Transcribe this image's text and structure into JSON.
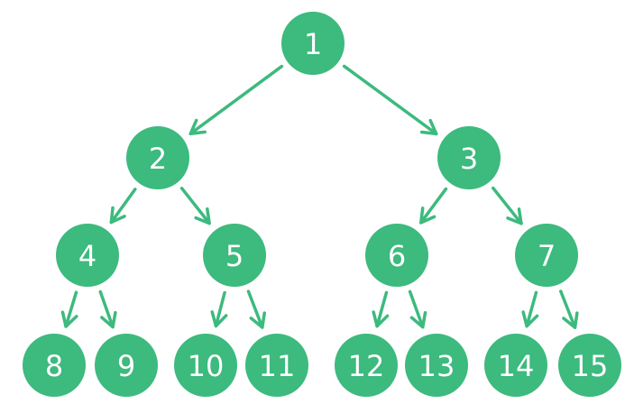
{
  "tree": {
    "node_color": "#3dba7e",
    "text_color": "#ffffff",
    "nodes": [
      {
        "id": 1,
        "label": "1"
      },
      {
        "id": 2,
        "label": "2"
      },
      {
        "id": 3,
        "label": "3"
      },
      {
        "id": 4,
        "label": "4"
      },
      {
        "id": 5,
        "label": "5"
      },
      {
        "id": 6,
        "label": "6"
      },
      {
        "id": 7,
        "label": "7"
      },
      {
        "id": 8,
        "label": "8"
      },
      {
        "id": 9,
        "label": "9"
      },
      {
        "id": 10,
        "label": "10"
      },
      {
        "id": 11,
        "label": "11"
      },
      {
        "id": 12,
        "label": "12"
      },
      {
        "id": 13,
        "label": "13"
      },
      {
        "id": 14,
        "label": "14"
      },
      {
        "id": 15,
        "label": "15"
      }
    ],
    "edges": [
      {
        "from": 1,
        "to": 2
      },
      {
        "from": 1,
        "to": 3
      },
      {
        "from": 2,
        "to": 4
      },
      {
        "from": 2,
        "to": 5
      },
      {
        "from": 3,
        "to": 6
      },
      {
        "from": 3,
        "to": 7
      },
      {
        "from": 4,
        "to": 8
      },
      {
        "from": 4,
        "to": 9
      },
      {
        "from": 5,
        "to": 10
      },
      {
        "from": 5,
        "to": 11
      },
      {
        "from": 6,
        "to": 12
      },
      {
        "from": 6,
        "to": 13
      },
      {
        "from": 7,
        "to": 14
      },
      {
        "from": 7,
        "to": 15
      }
    ]
  }
}
